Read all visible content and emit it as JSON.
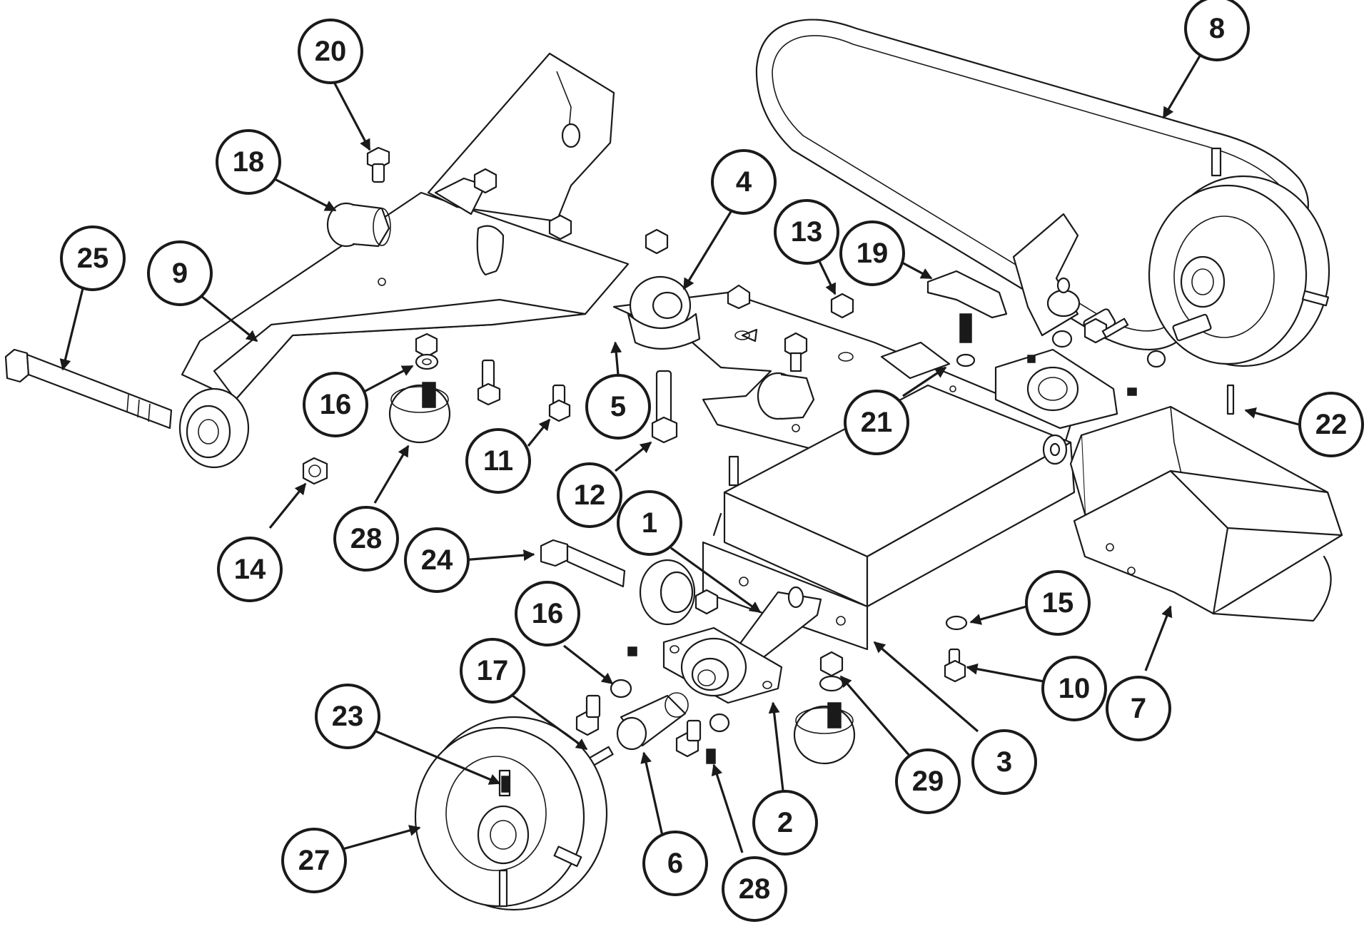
{
  "callouts": [
    {
      "label": "1"
    },
    {
      "label": "2"
    },
    {
      "label": "3"
    },
    {
      "label": "4"
    },
    {
      "label": "5"
    },
    {
      "label": "6"
    },
    {
      "label": "7"
    },
    {
      "label": "8"
    },
    {
      "label": "9"
    },
    {
      "label": "10"
    },
    {
      "label": "11"
    },
    {
      "label": "12"
    },
    {
      "label": "13"
    },
    {
      "label": "14"
    },
    {
      "label": "15"
    },
    {
      "label": "16"
    },
    {
      "label": "16"
    },
    {
      "label": "17"
    },
    {
      "label": "18"
    },
    {
      "label": "19"
    },
    {
      "label": "20"
    },
    {
      "label": "21"
    },
    {
      "label": "22"
    },
    {
      "label": "23"
    },
    {
      "label": "24"
    },
    {
      "label": "25"
    },
    {
      "label": "27"
    },
    {
      "label": "28"
    },
    {
      "label": "28"
    },
    {
      "label": "29"
    }
  ],
  "colors": {
    "ink": "#1a1a1a",
    "paper": "#ffffff"
  }
}
